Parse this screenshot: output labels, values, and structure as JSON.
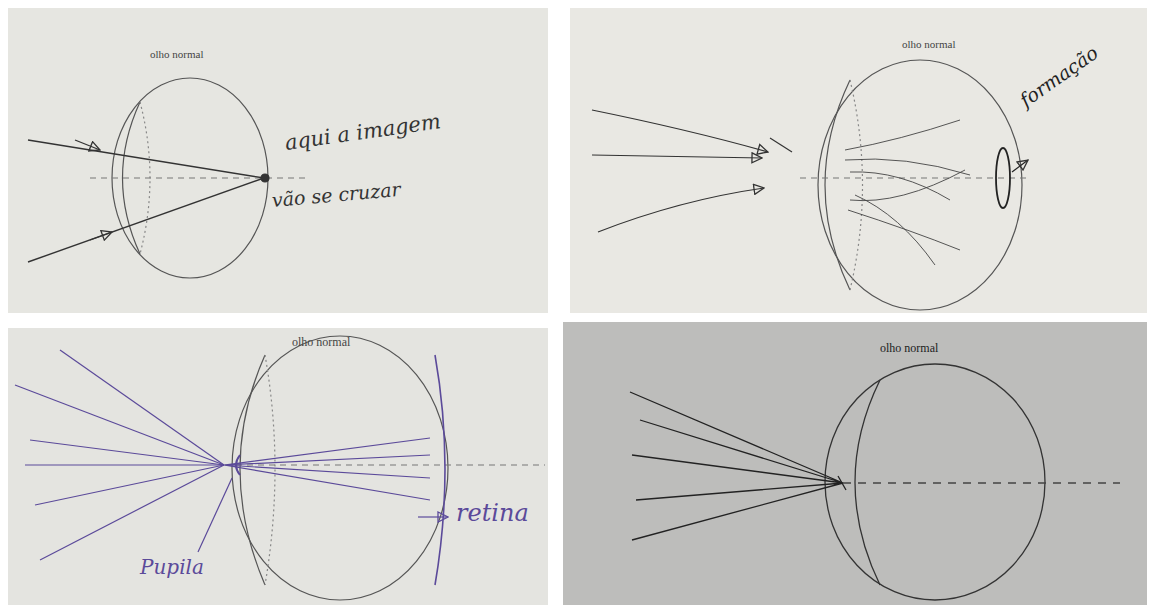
{
  "diagram": {
    "labels": [
      "olho normal",
      "aqui a imagem",
      "vão se cruzar",
      "olho normal",
      "formação",
      "olho normal",
      "Pupila",
      "retina",
      "olho normal"
    ]
  }
}
